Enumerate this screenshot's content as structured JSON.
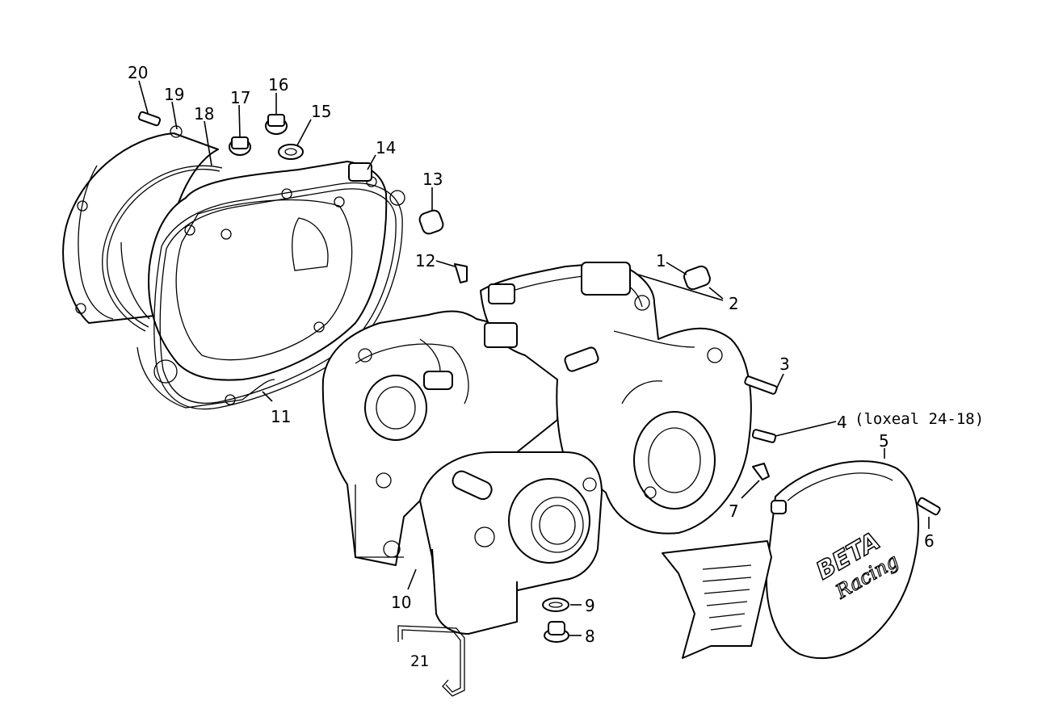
{
  "diagram": {
    "callouts": [
      {
        "id": "1",
        "label": "1"
      },
      {
        "id": "2",
        "label": "2"
      },
      {
        "id": "3",
        "label": "3"
      },
      {
        "id": "4",
        "label": "4"
      },
      {
        "id": "5",
        "label": "5"
      },
      {
        "id": "6",
        "label": "6"
      },
      {
        "id": "7",
        "label": "7"
      },
      {
        "id": "8",
        "label": "8"
      },
      {
        "id": "9",
        "label": "9"
      },
      {
        "id": "10",
        "label": "10"
      },
      {
        "id": "11",
        "label": "11"
      },
      {
        "id": "12",
        "label": "12"
      },
      {
        "id": "13",
        "label": "13"
      },
      {
        "id": "14",
        "label": "14"
      },
      {
        "id": "15",
        "label": "15"
      },
      {
        "id": "16",
        "label": "16"
      },
      {
        "id": "17",
        "label": "17"
      },
      {
        "id": "18",
        "label": "18"
      },
      {
        "id": "19",
        "label": "19"
      },
      {
        "id": "20",
        "label": "20"
      },
      {
        "id": "21",
        "label": "21"
      }
    ],
    "note": "(loxeal 24-18)",
    "cover_logo": "BETA",
    "cover_script": "Racing"
  }
}
